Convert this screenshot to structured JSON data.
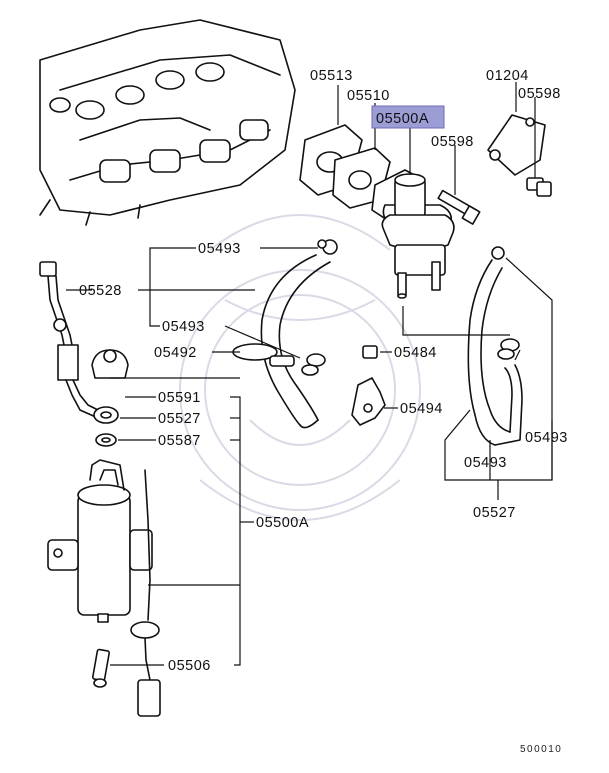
{
  "diagram": {
    "highlight_color": "#9d9dd6",
    "parts": {
      "p05513": "05513",
      "p05510": "05510",
      "p05500A_top": "05500A",
      "p01204": "01204",
      "p05598_a": "05598",
      "p05598_b": "05598",
      "p05493_a": "05493",
      "p05528": "05528",
      "p05493_b": "05493",
      "p05492": "05492",
      "p05484": "05484",
      "p05591": "05591",
      "p05527_a": "05527",
      "p05494": "05494",
      "p05587": "05587",
      "p05493_c": "05493",
      "p05493_d": "05493",
      "p05500A_bottom": "05500A",
      "p05527_b": "05527",
      "p05506": "05506"
    },
    "figure_code": "500010"
  }
}
